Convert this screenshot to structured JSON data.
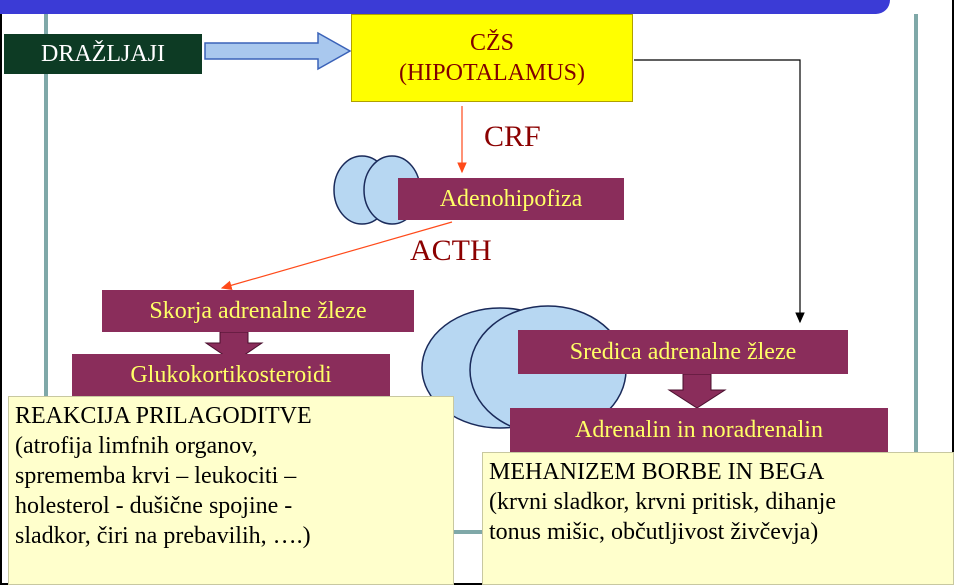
{
  "nodes": {
    "stimuli": "DRAŽLJAJI",
    "cns_line1": "CŽS",
    "cns_line2": "(HIPOTALAMUS)",
    "adenohypophysis": "Adenohipofiza",
    "adrenal_cortex": "Skorja adrenalne žleze",
    "glucocorticoids": "Glukokortikosteroidi",
    "adrenal_medulla": "Sredica adrenalne žleze",
    "adrenaline": "Adrenalin in noradrenalin"
  },
  "edge_labels": {
    "crf": "CRF",
    "acth": "ACTH"
  },
  "adaptation": {
    "title": "REAKCIJA PRILAGODITVE",
    "lines": [
      "(atrofija limfnih organov,",
      "sprememba krvi – leukociti –",
      "holesterol - dušične spojine -",
      "sladkor, čiri na prebavilih, ….)"
    ]
  },
  "fight_flight": {
    "title": "MEHANIZEM BORBE IN BEGA",
    "lines": [
      "(krvni sladkor, krvni pritisk, dihanje",
      "tonus mišic, občutljivost živčevja)"
    ]
  },
  "colors": {
    "yellow_box": "#ffff00",
    "maroon_box": "#8a2d5b",
    "dark_green_box": "#0d3b24",
    "pale_box": "#ffffcc",
    "gland_blue": "#b7d7f2"
  }
}
